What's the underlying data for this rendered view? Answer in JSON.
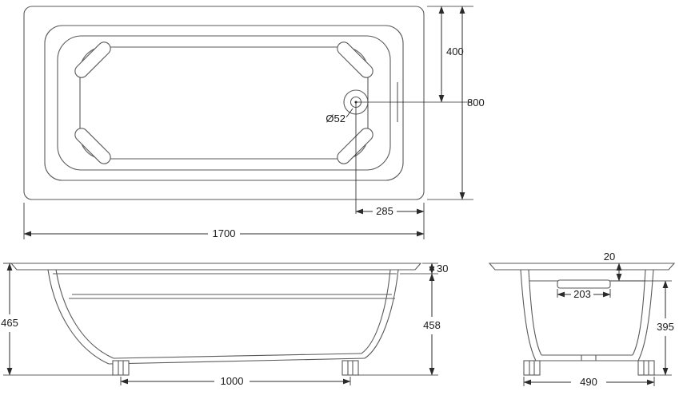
{
  "drawing": {
    "top_view": {
      "length": "1700",
      "width": "800",
      "drain_from_top": "400",
      "drain_from_right": "285",
      "drain_diameter": "Ø52"
    },
    "side_view": {
      "rim_thickness": "30",
      "overall_height": "465",
      "body_height": "458",
      "feet_spacing": "1000"
    },
    "end_view": {
      "rim_to_ledge": "20",
      "ledge_width": "203",
      "ledge_to_floor": "395",
      "base_width": "490"
    }
  }
}
